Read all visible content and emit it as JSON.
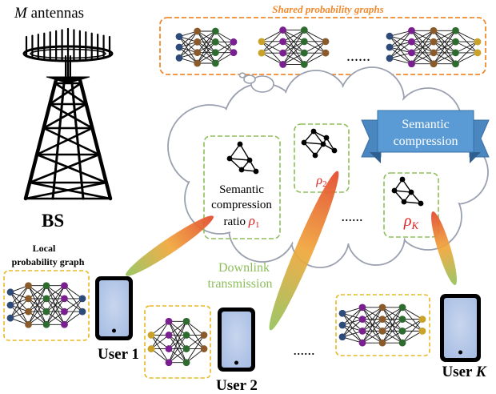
{
  "bs": {
    "antennas_var": "M",
    "antennas_text": " antennas",
    "label": "BS"
  },
  "shared": {
    "title": "Shared probability graphs",
    "ellipsis": "......"
  },
  "banner": {
    "line1": "Semantic",
    "line2": "compression"
  },
  "ratio": {
    "line1": "Semantic",
    "line2": "compression",
    "line3_prefix": "ratio ",
    "rho": "ρ",
    "sub1": "1",
    "sub2": "2",
    "subK": "K",
    "ellipsis": "......"
  },
  "downlink": {
    "line1": "Downlink",
    "line2": "transmission"
  },
  "local": {
    "line1": "Local",
    "line2": "probability graph"
  },
  "users": {
    "u1": "User 1",
    "u2": "User 2",
    "uK_prefix": "User ",
    "uK_var": "K",
    "ellipsis": "......"
  },
  "colors": {
    "shared_border": "#F08A2E",
    "local_border": "#E8B820",
    "cloud_border": "#9AA0B0",
    "ratio_border": "#8DBE5A",
    "banner_fill": "#5B9BD5",
    "phone_fill": "#B4C7E7",
    "rho_color": "#E02020",
    "downlink_color": "#8DBE5A",
    "node_navy": "#2E4A78",
    "node_brown": "#8A5A2B",
    "node_green": "#2E6B2E",
    "node_purple": "#7A1F8F",
    "node_gold": "#C9A227"
  }
}
